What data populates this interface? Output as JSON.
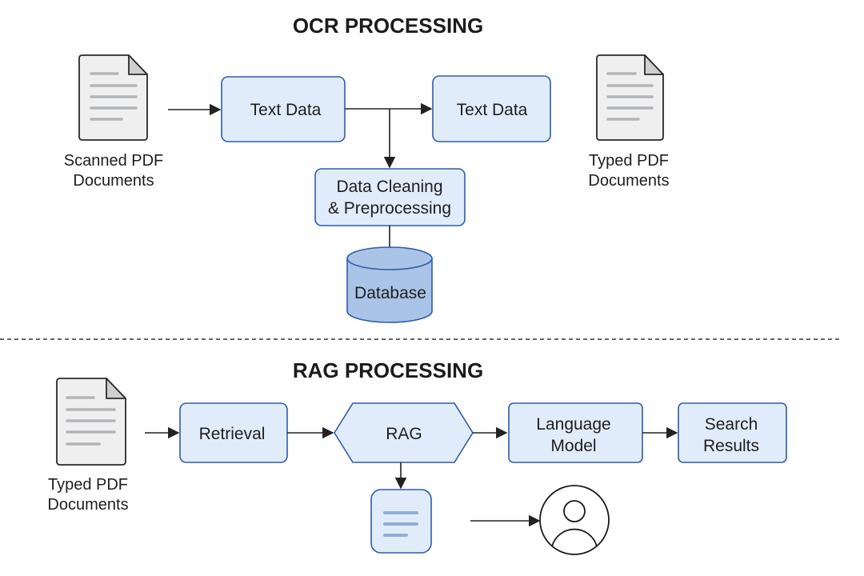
{
  "sections": {
    "ocr": {
      "title": "OCR PROCESSING",
      "scanned_doc": {
        "icon": "document-icon",
        "caption_line1": "Scanned PDF",
        "caption_line2": "Documents"
      },
      "text_data_1": "Text Data",
      "text_data_2": "Text Data",
      "typed_doc": {
        "icon": "document-icon",
        "caption_line1": "Typed PDF",
        "caption_line2": "Documents"
      },
      "cleaning": {
        "line1": "Data Cleaning",
        "line2": "& Preprocessing"
      },
      "database": "Database"
    },
    "rag": {
      "title": "RAG PROCESSING",
      "typed_doc": {
        "icon": "document-icon",
        "caption_line1": "Typed PDF",
        "caption_line2": "Documents"
      },
      "retrieval": "Retrieval",
      "rag": "RAG",
      "language_model": {
        "line1": "Language",
        "line2": "Model"
      },
      "search_results": {
        "line1": "Search",
        "line2": "Results"
      },
      "note_icon": "note-icon",
      "user_icon": "user-icon"
    }
  },
  "colors": {
    "box_fill": "#e1ecfb",
    "box_stroke": "#2f5ca8",
    "database_fill": "#a9c4e6"
  }
}
